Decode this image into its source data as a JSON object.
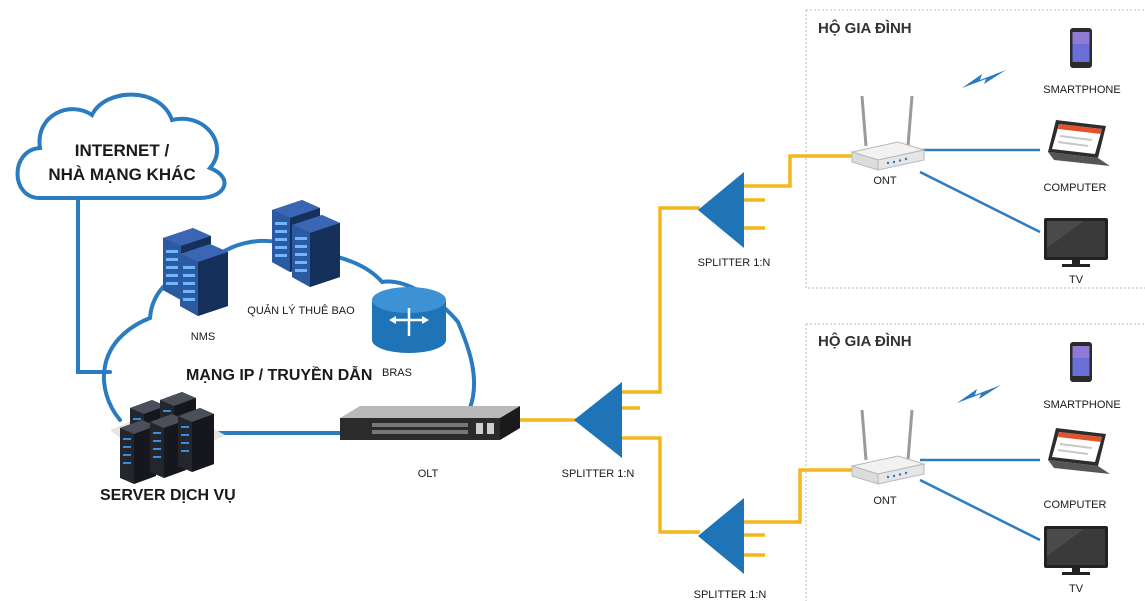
{
  "colors": {
    "network_line": "#2a7bbf",
    "fiber_line": "#f3b71d",
    "splitter": "#1f73b7",
    "server_dark": "#1b3568",
    "server_face": "#2c5aa0",
    "household_border": "#bdbdbd"
  },
  "cloud": {
    "line1": "INTERNET /",
    "line2": "NHÀ MẠNG KHÁC"
  },
  "core": {
    "network_label": "MẠNG IP / TRUYỀN DẪN",
    "nms_label": "NMS",
    "subscriber_mgmt_label": "QUẢN LÝ THUÊ BAO",
    "bras_label": "BRAS",
    "olt_label": "OLT",
    "server_label": "SERVER DỊCH VỤ"
  },
  "splitters": {
    "main": "SPLITTER 1:N",
    "upper": "SPLITTER 1:N",
    "lower": "SPLITTER 1:N"
  },
  "households": [
    {
      "title": "HỘ GIA ĐÌNH",
      "ont": "ONT",
      "smartphone": "SMARTPHONE",
      "computer": "COMPUTER",
      "tv": "TV"
    },
    {
      "title": "HỘ GIA ĐÌNH",
      "ont": "ONT",
      "smartphone": "SMARTPHONE",
      "computer": "COMPUTER",
      "tv": "TV"
    }
  ],
  "icons": {
    "cloud": "cloud-icon",
    "server_rack": "server-rack-icon",
    "router": "router-icon",
    "switch": "olt-switch-icon",
    "splitter": "splitter-icon",
    "ont": "ont-router-icon",
    "wifi": "wifi-bolt-icon",
    "smartphone": "smartphone-icon",
    "laptop": "laptop-icon",
    "tv": "tv-icon"
  }
}
